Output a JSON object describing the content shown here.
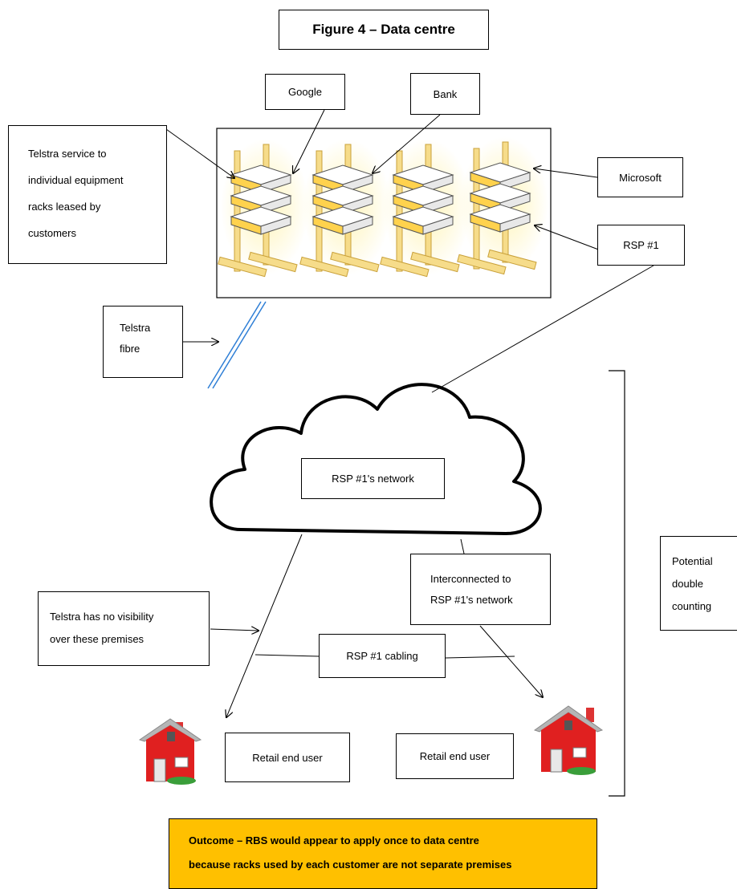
{
  "title": "Figure 4 – Data centre",
  "labels": {
    "google": "Google",
    "bank": "Bank",
    "microsoft": "Microsoft",
    "rsp1": "RSP #1",
    "telstra_service": [
      "Telstra service to",
      "individual equipment",
      "racks leased by",
      "customers"
    ],
    "telstra_fibre": [
      "Telstra",
      "fibre"
    ],
    "network": "RSP #1's network",
    "interconnected": [
      "Interconnected to",
      "RSP #1's network"
    ],
    "no_visibility": [
      "Telstra has no visibility",
      "over these premises"
    ],
    "cabling": "RSP #1 cabling",
    "retail_left": "Retail end user",
    "retail_right": "Retail end user",
    "double_counting": [
      "Potential",
      "double",
      "counting"
    ]
  },
  "outcome": [
    "Outcome – RBS would appear to apply once to data centre",
    "because racks used by each customer are not separate premises"
  ],
  "colors": {
    "outcome_bg": "#ffc000",
    "fibre": "#2f7fd6",
    "rack": "#f5c842",
    "house_wall": "#e02020",
    "house_roof": "#b0b0b0"
  }
}
